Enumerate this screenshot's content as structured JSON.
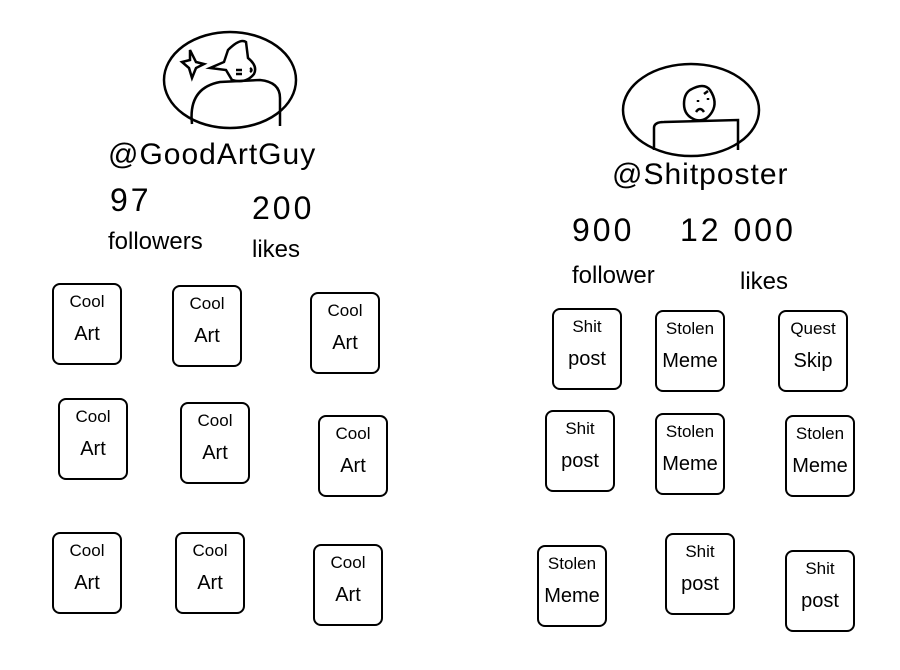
{
  "profiles": [
    {
      "handle": "@GoodArtGuy",
      "followers_count": "97",
      "likes_count": "200",
      "followers_label": "followers",
      "likes_label": "likes",
      "avatar_icon": "cat-with-star-avatar",
      "posts": [
        {
          "line1": "Cool",
          "line2": "Art"
        },
        {
          "line1": "Cool",
          "line2": "Art"
        },
        {
          "line1": "Cool",
          "line2": "Art"
        },
        {
          "line1": "Cool",
          "line2": "Art"
        },
        {
          "line1": "Cool",
          "line2": "Art"
        },
        {
          "line1": "Cool",
          "line2": "Art"
        },
        {
          "line1": "Cool",
          "line2": "Art"
        },
        {
          "line1": "Cool",
          "line2": "Art"
        },
        {
          "line1": "Cool",
          "line2": "Art"
        }
      ]
    },
    {
      "handle": "@Shitposter",
      "followers_count": "900",
      "likes_count": "12 000",
      "followers_label": "follower",
      "likes_label": "likes",
      "avatar_icon": "angry-face-avatar",
      "posts": [
        {
          "line1": "Shit",
          "line2": "post"
        },
        {
          "line1": "Stolen",
          "line2": "Meme"
        },
        {
          "line1": "Quest",
          "line2": "Skip"
        },
        {
          "line1": "Shit",
          "line2": "post"
        },
        {
          "line1": "Stolen",
          "line2": "Meme"
        },
        {
          "line1": "Stolen",
          "line2": "Meme"
        },
        {
          "line1": "Stolen",
          "line2": "Meme"
        },
        {
          "line1": "Shit",
          "line2": "post"
        },
        {
          "line1": "Shit",
          "line2": "post"
        }
      ]
    }
  ]
}
